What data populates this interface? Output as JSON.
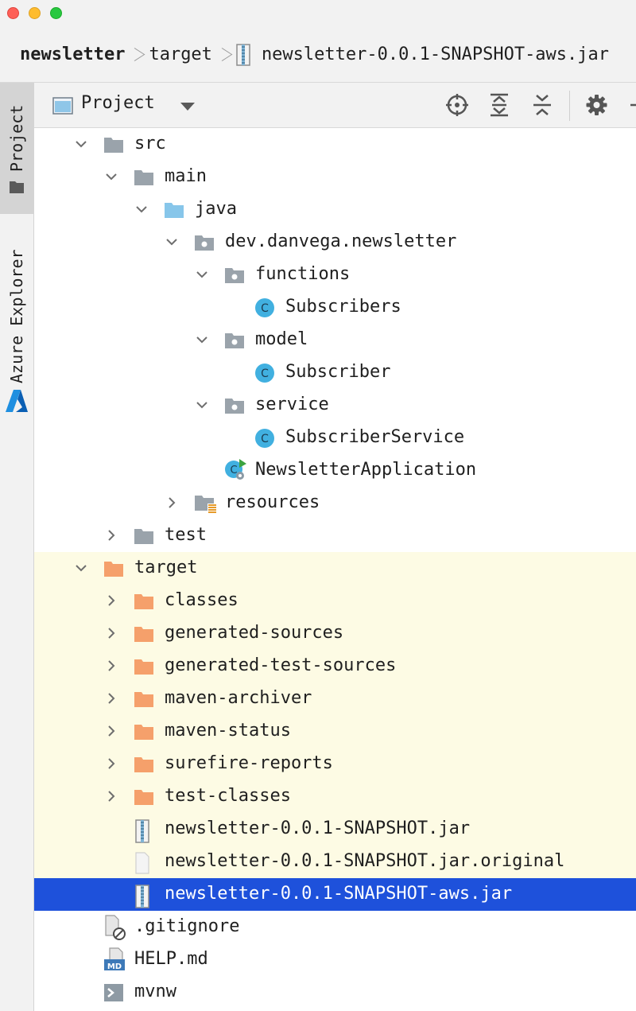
{
  "breadcrumb": {
    "items": [
      "newsletter",
      "target",
      "newsletter-0.0.1-SNAPSHOT-aws.jar"
    ]
  },
  "toolstrip": {
    "project_label": "Project",
    "azure_label": "Azure Explorer"
  },
  "project_panel": {
    "view_label": "Project",
    "toolbar_icons": [
      "locate-icon",
      "expand-all-icon",
      "collapse-all-icon",
      "settings-icon"
    ]
  },
  "tree": [
    {
      "label": "src",
      "indent": 0,
      "arrow": "down",
      "icon": "folder-gray",
      "state": "normal"
    },
    {
      "label": "main",
      "indent": 1,
      "arrow": "down",
      "icon": "folder-gray",
      "state": "normal"
    },
    {
      "label": "java",
      "indent": 2,
      "arrow": "down",
      "icon": "folder-blue",
      "state": "normal"
    },
    {
      "label": "dev.danvega.newsletter",
      "indent": 3,
      "arrow": "down",
      "icon": "package",
      "state": "normal"
    },
    {
      "label": "functions",
      "indent": 4,
      "arrow": "down",
      "icon": "package",
      "state": "normal"
    },
    {
      "label": "Subscribers",
      "indent": 5,
      "arrow": "none",
      "icon": "class",
      "state": "normal"
    },
    {
      "label": "model",
      "indent": 4,
      "arrow": "down",
      "icon": "package",
      "state": "normal"
    },
    {
      "label": "Subscriber",
      "indent": 5,
      "arrow": "none",
      "icon": "class",
      "state": "normal"
    },
    {
      "label": "service",
      "indent": 4,
      "arrow": "down",
      "icon": "package",
      "state": "normal"
    },
    {
      "label": "SubscriberService",
      "indent": 5,
      "arrow": "none",
      "icon": "class",
      "state": "normal"
    },
    {
      "label": "NewsletterApplication",
      "indent": 4,
      "arrow": "none",
      "icon": "spring-class",
      "state": "normal"
    },
    {
      "label": "resources",
      "indent": 3,
      "arrow": "right",
      "icon": "resources-folder",
      "state": "normal"
    },
    {
      "label": "test",
      "indent": 1,
      "arrow": "right",
      "icon": "folder-gray",
      "state": "normal"
    },
    {
      "label": "target",
      "indent": 0,
      "arrow": "down",
      "icon": "folder-orange",
      "state": "excluded"
    },
    {
      "label": "classes",
      "indent": 1,
      "arrow": "right",
      "icon": "folder-orange",
      "state": "excluded"
    },
    {
      "label": "generated-sources",
      "indent": 1,
      "arrow": "right",
      "icon": "folder-orange",
      "state": "excluded"
    },
    {
      "label": "generated-test-sources",
      "indent": 1,
      "arrow": "right",
      "icon": "folder-orange",
      "state": "excluded"
    },
    {
      "label": "maven-archiver",
      "indent": 1,
      "arrow": "right",
      "icon": "folder-orange",
      "state": "excluded"
    },
    {
      "label": "maven-status",
      "indent": 1,
      "arrow": "right",
      "icon": "folder-orange",
      "state": "excluded"
    },
    {
      "label": "surefire-reports",
      "indent": 1,
      "arrow": "right",
      "icon": "folder-orange",
      "state": "excluded"
    },
    {
      "label": "test-classes",
      "indent": 1,
      "arrow": "right",
      "icon": "folder-orange",
      "state": "excluded"
    },
    {
      "label": "newsletter-0.0.1-SNAPSHOT.jar",
      "indent": 1,
      "arrow": "none",
      "icon": "jar",
      "state": "excluded"
    },
    {
      "label": "newsletter-0.0.1-SNAPSHOT.jar.original",
      "indent": 1,
      "arrow": "none",
      "icon": "file",
      "state": "excluded"
    },
    {
      "label": "newsletter-0.0.1-SNAPSHOT-aws.jar",
      "indent": 1,
      "arrow": "none",
      "icon": "jar",
      "state": "selected"
    },
    {
      "label": ".gitignore",
      "indent": 0,
      "arrow": "none",
      "icon": "gitignore",
      "state": "normal"
    },
    {
      "label": "HELP.md",
      "indent": 0,
      "arrow": "none",
      "icon": "markdown",
      "state": "normal"
    },
    {
      "label": "mvnw",
      "indent": 0,
      "arrow": "none",
      "icon": "shell",
      "state": "normal"
    }
  ],
  "colors": {
    "selection": "#1e51db",
    "excluded_bg": "#fdfbe4",
    "folder_gray": "#9aa3ab",
    "folder_blue": "#87c6ea",
    "folder_orange": "#f5a06b",
    "class_icon": "#41b0e0"
  }
}
